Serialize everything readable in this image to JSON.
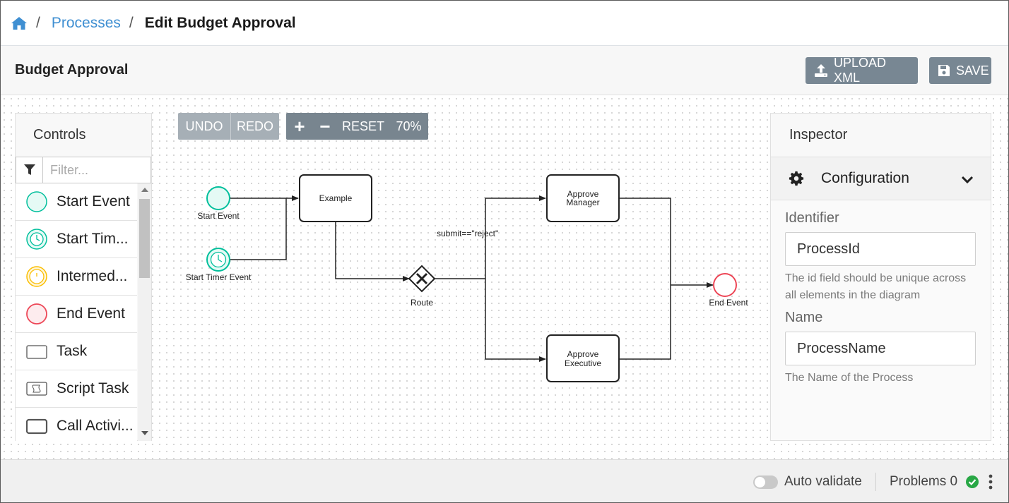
{
  "breadcrumb": {
    "home_icon": "home-icon",
    "separator": "/",
    "items": [
      "Processes",
      "Edit Budget Approval"
    ]
  },
  "header": {
    "title": "Budget Approval",
    "upload_label": "UPLOAD XML",
    "save_label": "SAVE"
  },
  "controls": {
    "title": "Controls",
    "filter_placeholder": "Filter...",
    "items": [
      {
        "label": "Start Event",
        "icon": "start-event-icon"
      },
      {
        "label": "Start Tim...",
        "icon": "start-timer-event-icon"
      },
      {
        "label": "Intermed...",
        "icon": "intermediate-event-icon"
      },
      {
        "label": "End Event",
        "icon": "end-event-icon"
      },
      {
        "label": "Task",
        "icon": "task-icon"
      },
      {
        "label": "Script Task",
        "icon": "script-task-icon"
      },
      {
        "label": "Call Activi...",
        "icon": "call-activity-icon"
      }
    ]
  },
  "toolbar": {
    "undo": "UNDO",
    "redo": "REDO",
    "zoom_in": "+",
    "zoom_out": "−",
    "reset": "RESET",
    "zoom_level": "70%"
  },
  "diagram": {
    "start_event": "Start Event",
    "start_timer_event": "Start Timer Event",
    "task_example": "Example",
    "gateway": "Route",
    "flow_condition": "submit==\"reject\"",
    "approve_manager_line1": "Approve",
    "approve_manager_line2": "Manager",
    "approve_executive_line1": "Approve",
    "approve_executive_line2": "Executive",
    "end_event": "End Event"
  },
  "inspector": {
    "title": "Inspector",
    "section": "Configuration",
    "identifier_label": "Identifier",
    "identifier_value": "ProcessId",
    "identifier_help": "The id field should be unique across all elements in the diagram",
    "name_label": "Name",
    "name_value": "ProcessName",
    "name_help": "The Name of the Process"
  },
  "status": {
    "auto_validate_label": "Auto validate",
    "auto_validate_on": false,
    "problems_label": "Problems 0",
    "ok_color": "#28a745"
  },
  "colors": {
    "link": "#3f8fd2",
    "button_gray": "#788793",
    "start_event": "#00bf9c",
    "intermediate_event": "#fbbe02",
    "end_event": "#ed4757"
  }
}
